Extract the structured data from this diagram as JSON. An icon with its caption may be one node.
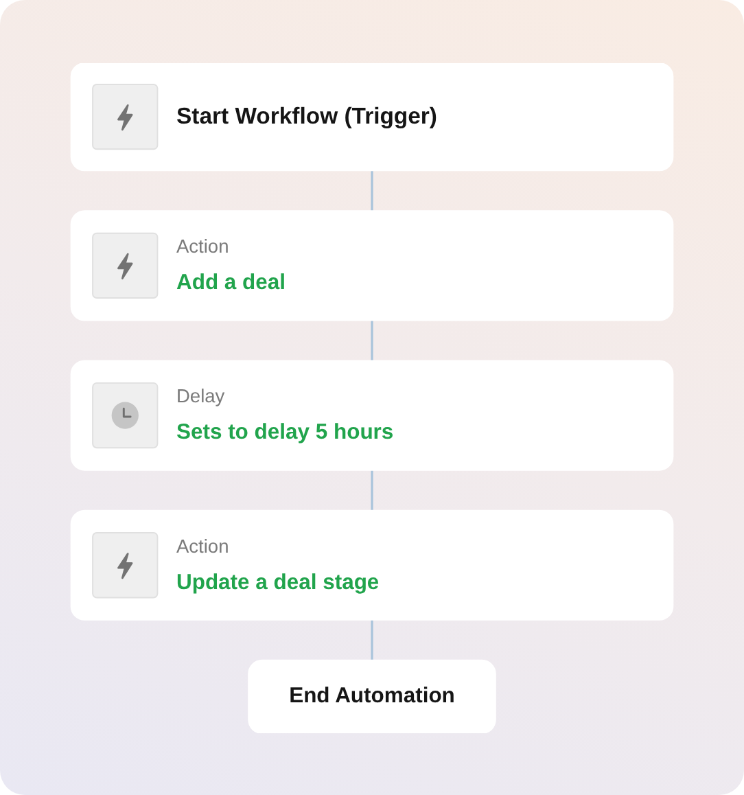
{
  "diagram": {
    "nodes": [
      {
        "text": [
          "Start Workflow (Trigger)"
        ]
      },
      {
        "text": [
          "Action",
          "Add a deal"
        ]
      },
      {
        "text": [
          "Delay",
          "Sets to delay 5 hours"
        ]
      },
      {
        "text": [
          "Action",
          "Update a deal stage"
        ]
      },
      {
        "text": [
          "End Automation"
        ]
      }
    ],
    "edges": [
      {
        "from": 0,
        "to": 1,
        "arrow": "none"
      },
      {
        "from": 1,
        "to": 2,
        "arrow": "none"
      },
      {
        "from": 2,
        "to": 3,
        "arrow": "none"
      },
      {
        "from": 3,
        "to": 4,
        "arrow": "none"
      }
    ]
  }
}
